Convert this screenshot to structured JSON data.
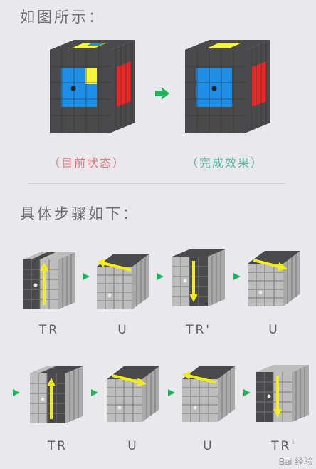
{
  "intro_heading": "如图所示：",
  "caption_current": "（目前状态）",
  "caption_done": "（完成效果）",
  "steps_heading": "具体步骤如下：",
  "step_labels": [
    "TR",
    "U",
    "TR'",
    "U",
    "TR",
    "U",
    "U",
    "TR'"
  ],
  "watermark": "Bai 经验",
  "colors": {
    "background": "#e9e8ed",
    "caption_current": "#e07a85",
    "caption_done": "#5fb8a8",
    "arrow_green": "#22b45a",
    "cube_dark": "#4a4a4c",
    "cube_gray": "#bdbdbd",
    "cube_blue": "#1e8fe6",
    "cube_red": "#e62a2a",
    "cube_yellow": "#f5f53a",
    "move_arrow": "#f2ec1c"
  }
}
